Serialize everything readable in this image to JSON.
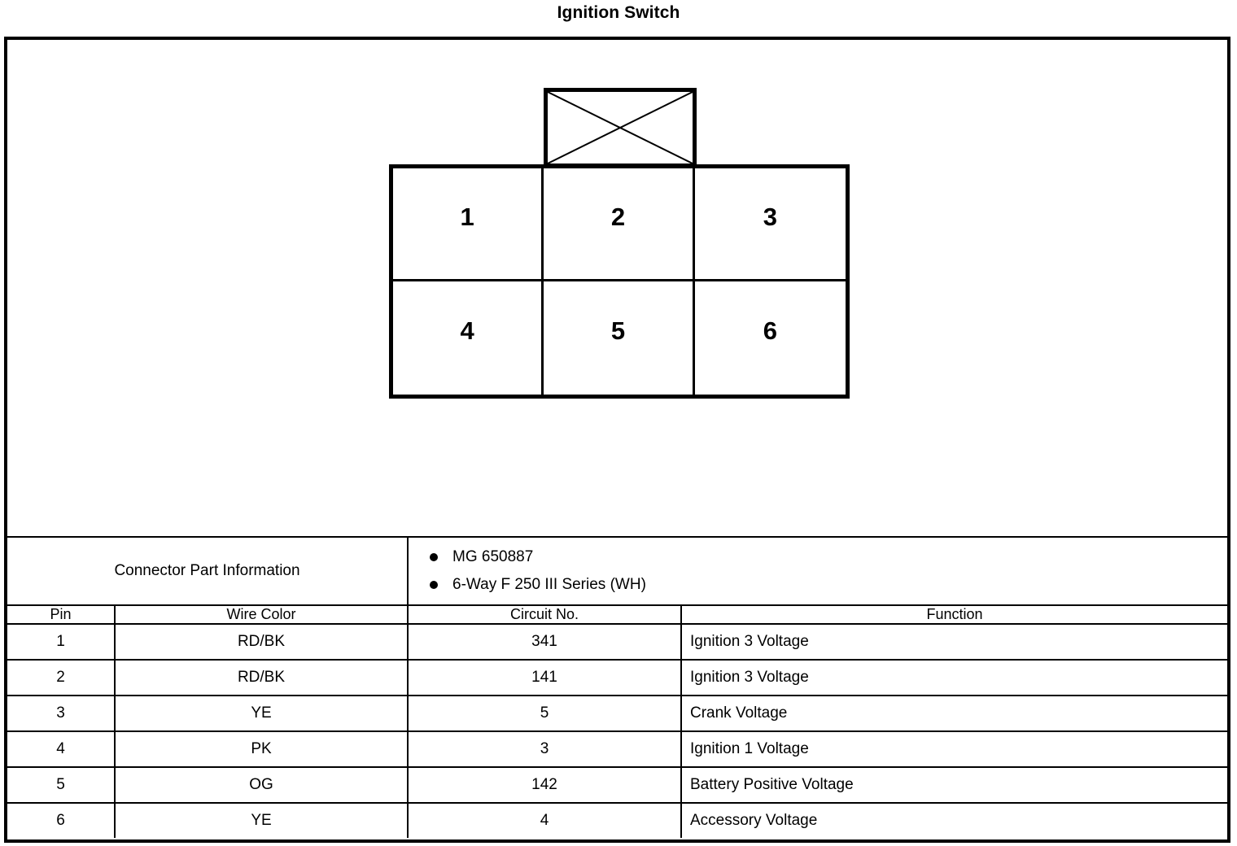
{
  "title": "Ignition Switch",
  "connector": {
    "name": "connector-pinout-diagram",
    "tab": {
      "marker": "x-cross"
    },
    "pins": [
      {
        "label": "1"
      },
      {
        "label": "2"
      },
      {
        "label": "3"
      },
      {
        "label": "4"
      },
      {
        "label": "5"
      },
      {
        "label": "6"
      }
    ]
  },
  "part_information": {
    "label": "Connector Part Information",
    "items": [
      "MG 650887",
      "6-Way F 250 III Series (WH)"
    ]
  },
  "pinout_table": {
    "headers": {
      "pin": "Pin",
      "wire_color": "Wire Color",
      "circuit_no": "Circuit No.",
      "function": "Function"
    },
    "rows": [
      {
        "pin": "1",
        "wire_color": "RD/BK",
        "circuit_no": "341",
        "function": "Ignition 3 Voltage"
      },
      {
        "pin": "2",
        "wire_color": "RD/BK",
        "circuit_no": "141",
        "function": "Ignition 3 Voltage"
      },
      {
        "pin": "3",
        "wire_color": "YE",
        "circuit_no": "5",
        "function": "Crank Voltage"
      },
      {
        "pin": "4",
        "wire_color": "PK",
        "circuit_no": "3",
        "function": "Ignition 1 Voltage"
      },
      {
        "pin": "5",
        "wire_color": "OG",
        "circuit_no": "142",
        "function": "Battery Positive Voltage"
      },
      {
        "pin": "6",
        "wire_color": "YE",
        "circuit_no": "4",
        "function": "Accessory Voltage"
      }
    ]
  },
  "colors": {
    "ink": "#000000",
    "background": "#ffffff"
  }
}
